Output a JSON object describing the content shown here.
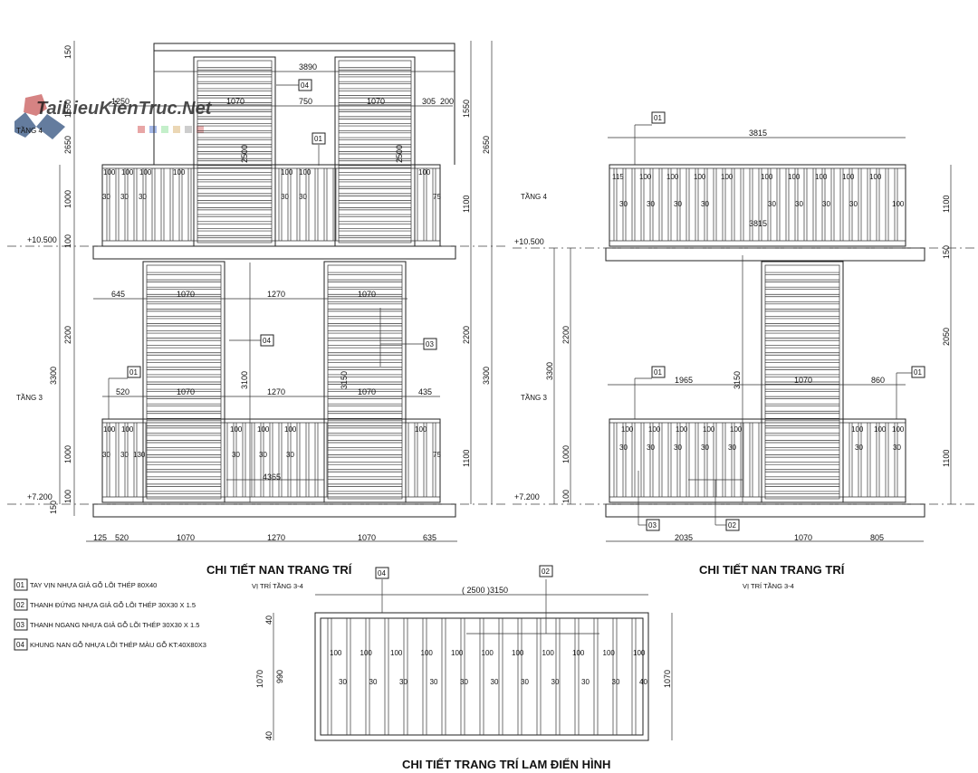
{
  "watermark": "TaiLieuKienTruc.Net",
  "left_elevation": {
    "title": "CHI TIẾT NAN TRANG TRÍ",
    "subtitle": "VỊ TRÍ TẦNG 3-4",
    "floor_upper": "TẦNG 4",
    "floor_lower": "TẦNG 3",
    "level_upper": "+10.500",
    "level_lower": "+7.200",
    "dim_top_total": "3890",
    "dim_top_left": "1250",
    "dim_top_a": "1070",
    "dim_top_b": "750",
    "dim_top_c": "1070",
    "dim_top_d": "305",
    "dim_top_e": "200",
    "dim_mid_a": "645",
    "dim_mid_b": "1070",
    "dim_mid_c": "1270",
    "dim_mid_d": "1070",
    "dim_low_a": "520",
    "dim_low_b": "1070",
    "dim_low_c": "1270",
    "dim_low_d": "1070",
    "dim_low_e": "435",
    "dim_bot_a": "125",
    "dim_bot_b": "520",
    "dim_bot_c": "1070",
    "dim_bot_d": "1270",
    "dim_bot_e": "1070",
    "dim_bot_f": "635",
    "dim_span": "4365",
    "v_2500": "2500",
    "v_3100": "3100",
    "v_3150": "3150",
    "left_v_150_top": "150",
    "left_v_1550": "1550",
    "left_v_2650": "2650",
    "left_v_1000_up": "1000",
    "left_v_100_up": "100",
    "left_v_2200": "2200",
    "left_v_3300": "3300",
    "left_v_1000_low": "1000",
    "left_v_100_low": "100",
    "left_v_150_bot": "150",
    "right_v_1550": "1550",
    "right_v_2650": "2650",
    "right_v_1100_up": "1100",
    "right_v_2200": "2200",
    "right_v_3300": "3300",
    "right_v_1100_low": "1100",
    "rail_100": "100",
    "rail_30": "30",
    "rail_75": "75",
    "rail_130": "130",
    "tag_01": "01",
    "tag_03": "03",
    "tag_04": "04"
  },
  "right_elevation": {
    "title": "CHI TIẾT NAN TRANG TRÍ",
    "subtitle": "VỊ TRÍ TẦNG 3-4",
    "floor_upper": "TẦNG 4",
    "floor_lower": "TẦNG 3",
    "level_upper": "+10.500",
    "level_lower": "+7.200",
    "dim_top": "3815",
    "dim_top_inner": "3815",
    "dim_low_a": "1965",
    "dim_low_b": "1070",
    "dim_low_c": "860",
    "dim_bot_a": "2035",
    "dim_bot_b": "1070",
    "dim_bot_c": "805",
    "v_3150": "3150",
    "v_1100_up": "1100",
    "v_150": "150",
    "v_2050": "2050",
    "v_1100_low": "1100",
    "v_2200": "2200",
    "v_3300": "3300",
    "v_1000": "1000",
    "v_100": "100",
    "rail_115": "115",
    "rail_100": "100",
    "rail_30": "30",
    "tag_01": "01",
    "tag_02": "02",
    "tag_03": "03"
  },
  "legend": [
    {
      "code": "01",
      "text": "TAY VỊN NHỰA GIẢ GỖ LÕI THÉP 80X40"
    },
    {
      "code": "02",
      "text": "THANH ĐỨNG NHỰA GIẢ GỖ LÕI THÉP 30X30 X 1.5"
    },
    {
      "code": "03",
      "text": "THANH NGANG NHỰA GIẢ GỖ LÕI THÉP 30X30 X 1.5"
    },
    {
      "code": "04",
      "text": "KHUNG NAN GỖ NHỰA LÕI THÉP MÀU GỖ KT:40X80X3"
    }
  ],
  "bottom_detail": {
    "title": "CHI TIẾT TRANG TRÍ LAM ĐIỂN HÌNH",
    "dim_top": "( 2500 )3150",
    "v_40_top": "40",
    "v_990": "990",
    "v_40_bot": "40",
    "v_1070_left": "1070",
    "v_1070_right": "1070",
    "rail_100": "100",
    "rail_30": "30",
    "rail_40": "40",
    "tag_04": "04",
    "tag_02": "02"
  }
}
